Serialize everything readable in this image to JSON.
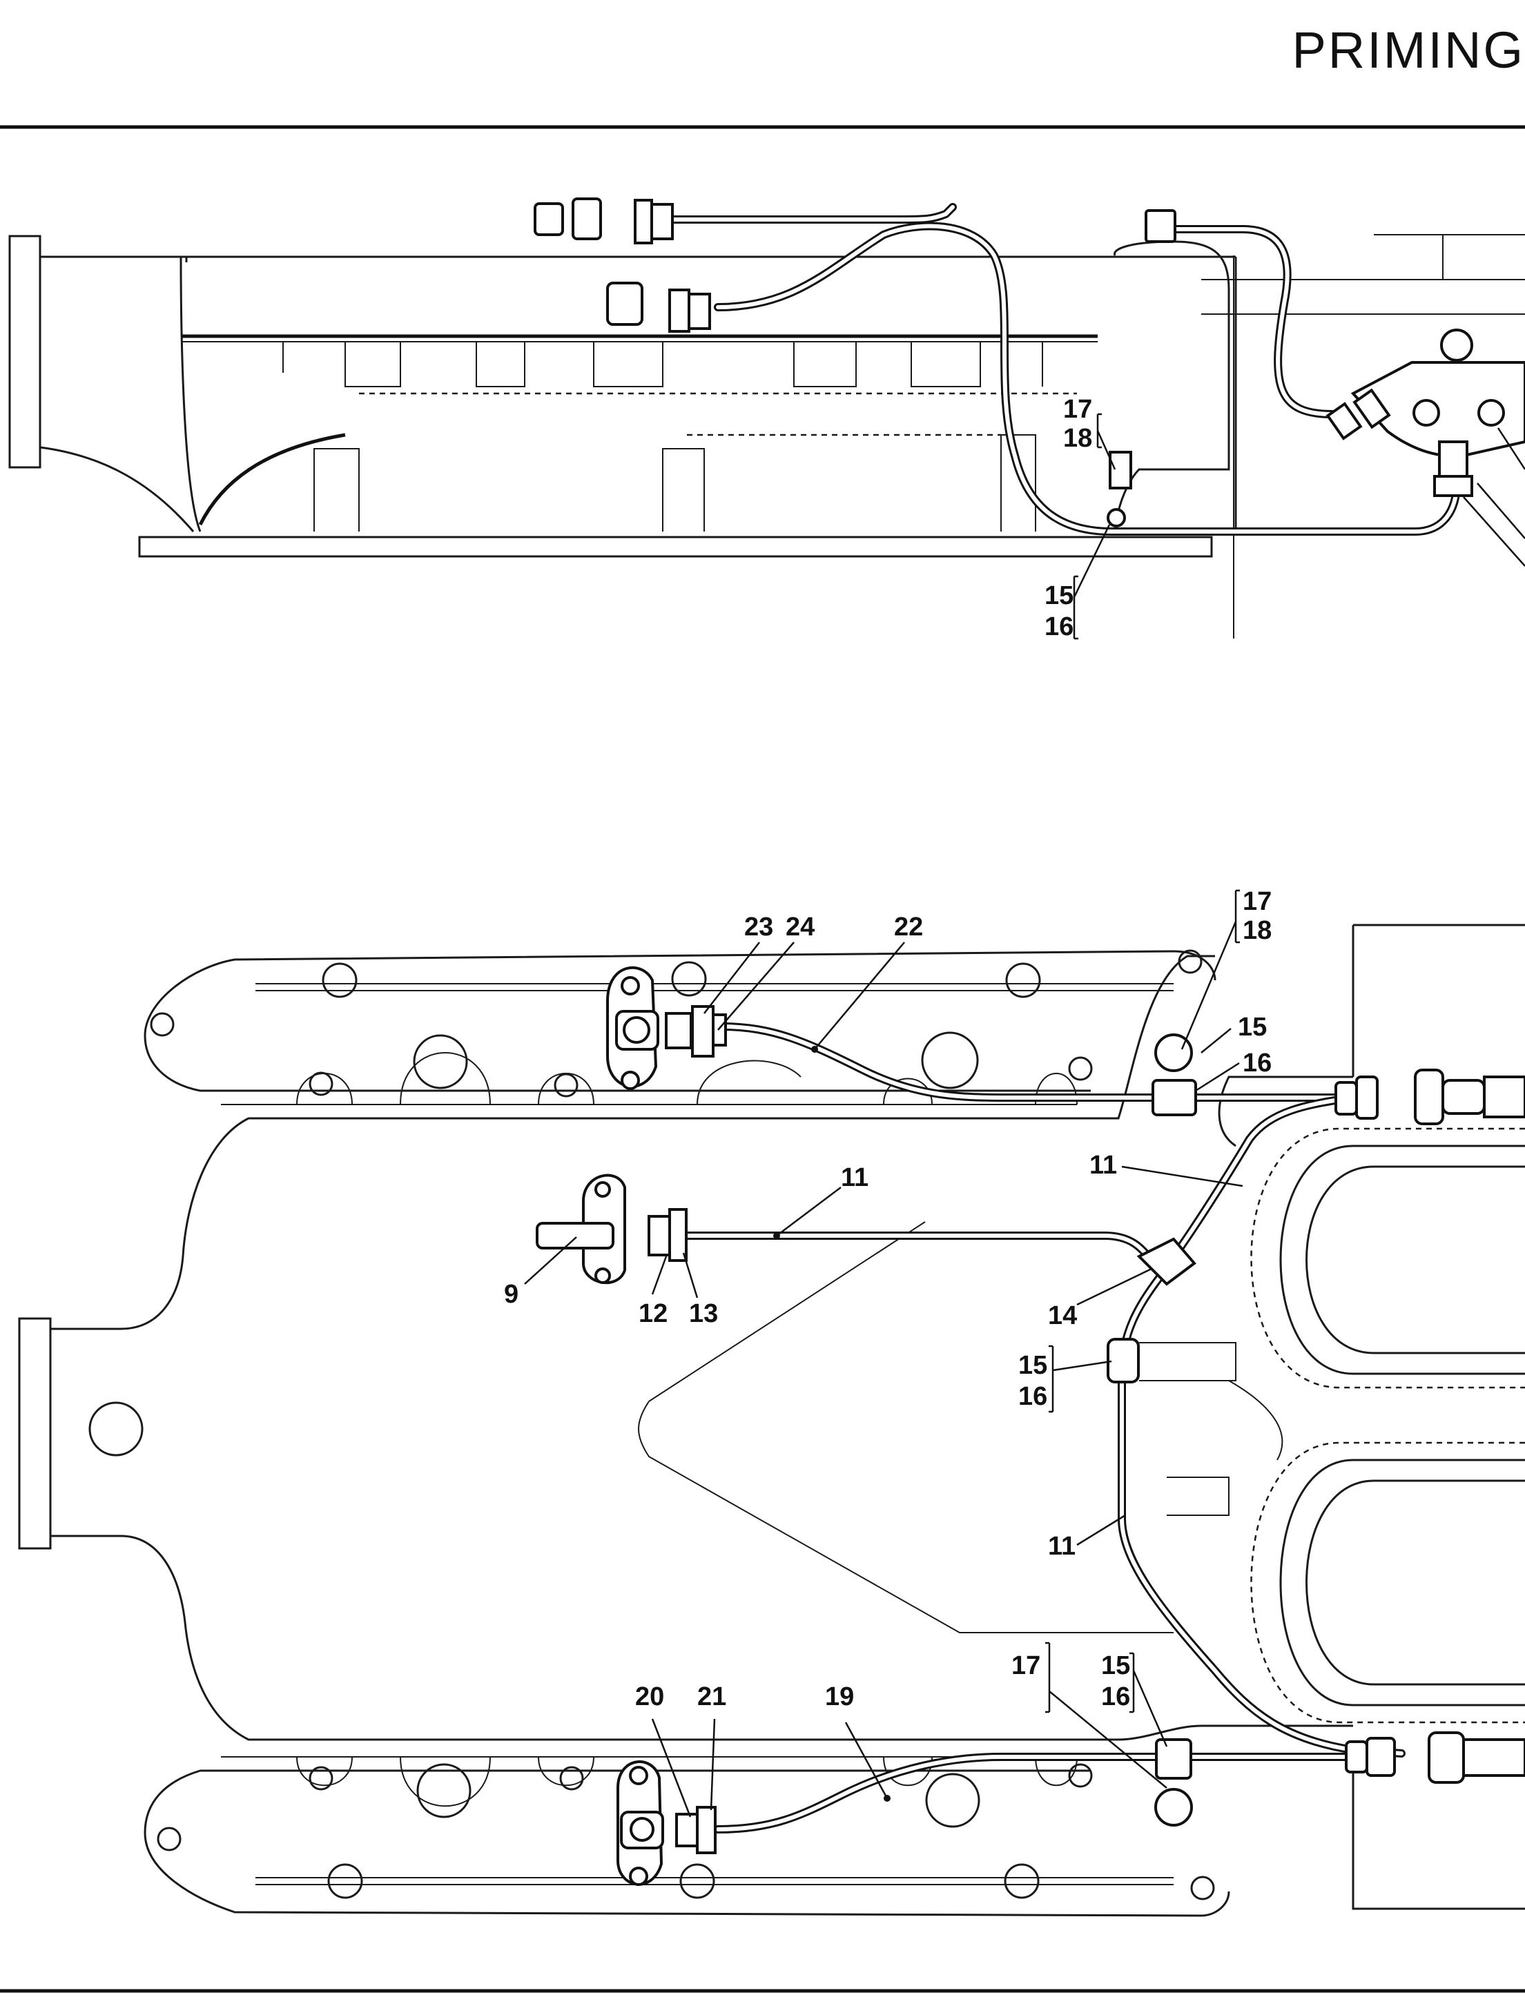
{
  "page": {
    "title": "PRIMING"
  },
  "top_view": {
    "callouts": [
      {
        "id": "tv-17",
        "text": "17"
      },
      {
        "id": "tv-18",
        "text": "18"
      },
      {
        "id": "tv-15",
        "text": "15"
      },
      {
        "id": "tv-16",
        "text": "16"
      }
    ]
  },
  "plan_view": {
    "callouts": [
      {
        "id": "pv-17a",
        "text": "17"
      },
      {
        "id": "pv-18a",
        "text": "18"
      },
      {
        "id": "pv-23",
        "text": "23"
      },
      {
        "id": "pv-24",
        "text": "24"
      },
      {
        "id": "pv-22",
        "text": "22"
      },
      {
        "id": "pv-15a",
        "text": "15"
      },
      {
        "id": "pv-16a",
        "text": "16"
      },
      {
        "id": "pv-11a",
        "text": "11"
      },
      {
        "id": "pv-11b",
        "text": "11"
      },
      {
        "id": "pv-9",
        "text": "9"
      },
      {
        "id": "pv-12",
        "text": "12"
      },
      {
        "id": "pv-13",
        "text": "13"
      },
      {
        "id": "pv-14",
        "text": "14"
      },
      {
        "id": "pv-15b",
        "text": "15"
      },
      {
        "id": "pv-16b",
        "text": "16"
      },
      {
        "id": "pv-11c",
        "text": "11"
      },
      {
        "id": "pv-17b",
        "text": "17"
      },
      {
        "id": "pv-15c",
        "text": "15"
      },
      {
        "id": "pv-16c",
        "text": "16"
      },
      {
        "id": "pv-20",
        "text": "20"
      },
      {
        "id": "pv-21",
        "text": "21"
      },
      {
        "id": "pv-19",
        "text": "19"
      }
    ]
  }
}
